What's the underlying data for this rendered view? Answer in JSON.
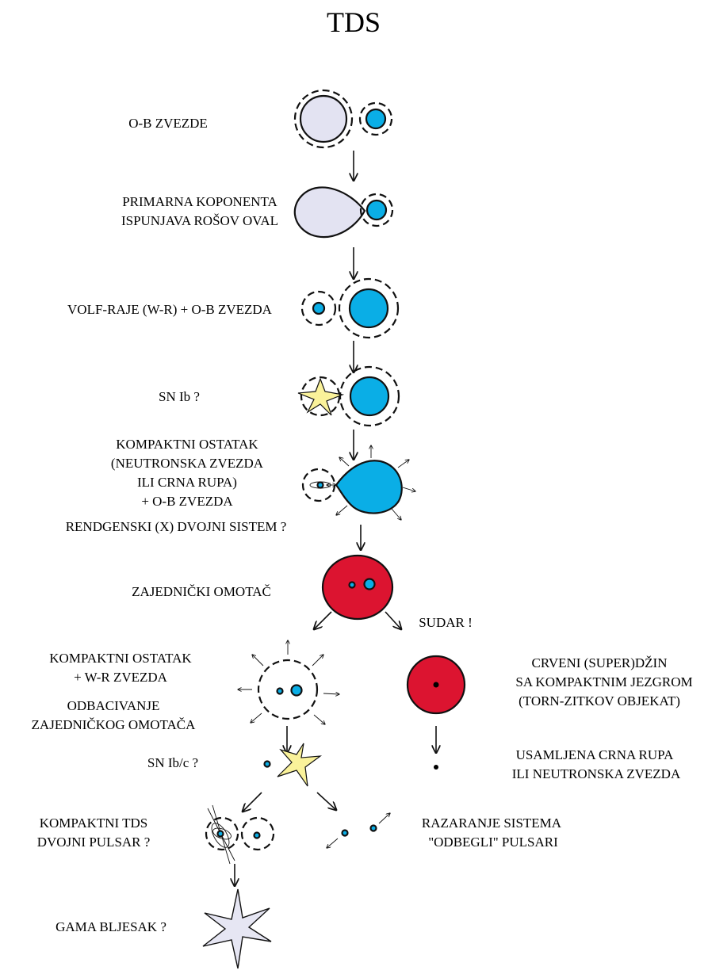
{
  "title": "TDS",
  "stages": {
    "ob_stars": "O-B ZVEZDE",
    "roche_1": "PRIMARNA KOPONENTA",
    "roche_2": "ISPUNJAVA ROŠOV OVAL",
    "wolf_rayet": "VOLF-RAJE (W-R) + O-B ZVEZDA",
    "sn_ib": "SN Ib ?",
    "compact_1": "KOMPAKTNI OSTATAK",
    "compact_2": "(NEUTRONSKA ZVEZDA",
    "compact_3": "ILI CRNA RUPA)",
    "compact_4": "+ O-B ZVEZDA",
    "xray": "RENDGENSKI (X) DVOJNI SISTEM ?",
    "common_envelope": "ZAJEDNIČKI OMOTAČ",
    "collision": "SUDAR !",
    "wr_1": "KOMPAKTNI OSTATAK",
    "wr_2": "+ W-R ZVEZDA",
    "eject_1": "ODBACIVANJE",
    "eject_2": "ZAJEDNIČKOG OMOTAČA",
    "rsg_1": "CRVENI (SUPER)DŽIN",
    "rsg_2": "SA KOMPAKTNIM JEZGROM",
    "rsg_3": "(TORN-ZITKOV OBJEKAT)",
    "sn_ibc": "SN Ib/c ?",
    "lonely_1": "USAMLJENA CRNA RUPA",
    "lonely_2": "ILI NEUTRONSKA ZVEZDA",
    "tds_1": "KOMPAKTNI TDS",
    "tds_2": "DVOJNI PULSAR ?",
    "disrupt_1": "RAZARANJE SISTEMA",
    "disrupt_2": "\"ODBEGLI\" PULSARI",
    "grb": "GAMA BLJESAK ?"
  },
  "colors": {
    "ob_star": "#e3e3f2",
    "hot_star": "#0aaee6",
    "envelope": "#dc1430",
    "ejecta": "#f8cbb0",
    "supernova": "#faf29a",
    "gamma_burst": "#e6e6f3"
  }
}
